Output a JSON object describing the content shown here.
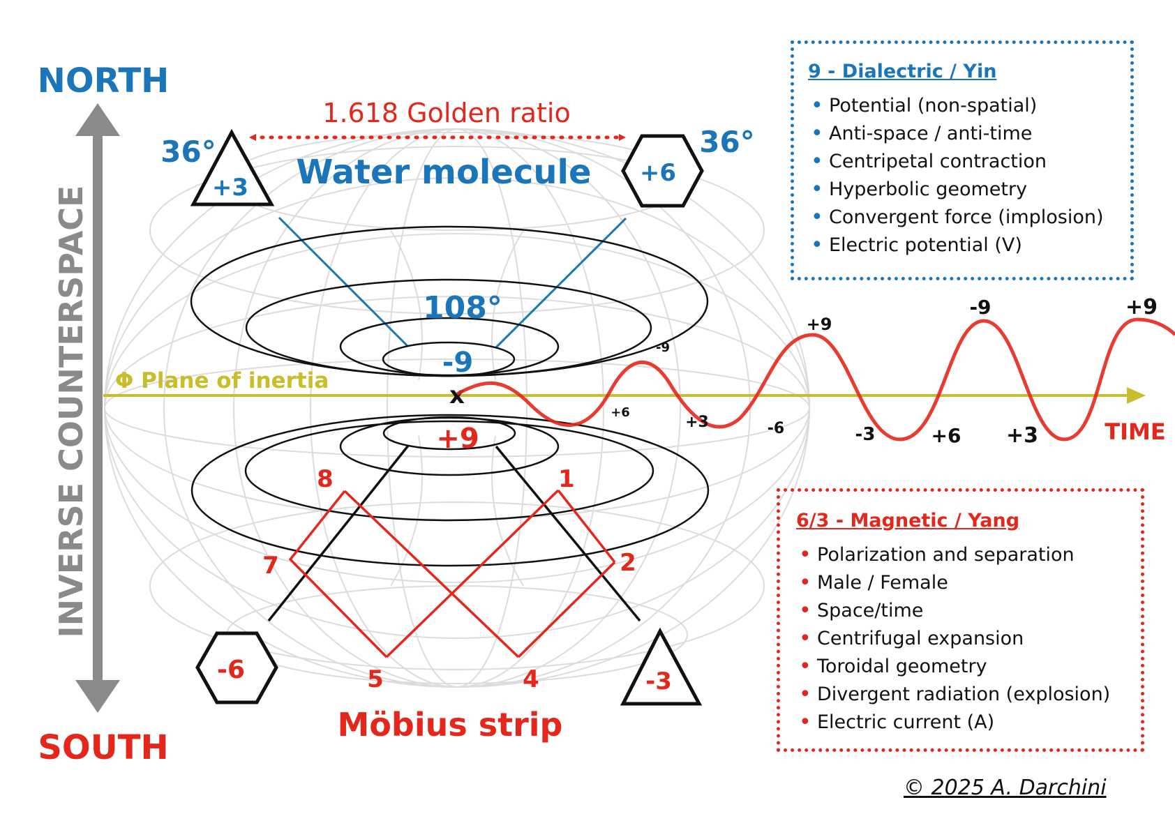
{
  "labels": {
    "north": "NORTH",
    "south": "SOUTH",
    "inverse_counterspace": "INVERSE COUNTERSPACE",
    "golden_ratio": "1.618 Golden ratio",
    "angle_left": "36°",
    "angle_right": "36°",
    "water_molecule": "Water molecule",
    "angle_center": "108°",
    "minus_nine": "-9",
    "plus_nine": "+9",
    "center_x": "x",
    "plane_of_inertia": "Φ Plane of inertia",
    "time": "TIME",
    "mobius_strip": "Möbius strip"
  },
  "shapes": {
    "top_left_triangle": "+3",
    "top_right_hexagon": "+6",
    "bottom_left_hexagon": "-6",
    "bottom_right_triangle": "-3"
  },
  "mobius_numbers": {
    "n1": "1",
    "n2": "2",
    "n4": "4",
    "n5": "5",
    "n7": "7",
    "n8": "8"
  },
  "wave_labels": {
    "w_p6_small": "+6",
    "w_m9_small": "-9",
    "w_p3": "+3",
    "w_p9": "+9",
    "w_m6": "-6",
    "w_m3": "-3",
    "w_p6": "+6",
    "w_m9": "-9",
    "w_p3_big": "+3",
    "w_p9_big": "+9"
  },
  "yin_box": {
    "title": "9 - Dialectric / Yin",
    "items": [
      "Potential (non-spatial)",
      "Anti-space / anti-time",
      "Centripetal contraction",
      "Hyperbolic geometry",
      "Convergent force (implosion)",
      "Electric potential (V)"
    ]
  },
  "yang_box": {
    "title": "6/3 - Magnetic / Yang",
    "items": [
      "Polarization and separation",
      "Male / Female",
      "Space/time",
      "Centrifugal expansion",
      "Toroidal geometry",
      "Divergent radiation (explosion)",
      "Electric current (A)"
    ]
  },
  "copyright": "© 2025 A. Darchini",
  "colors": {
    "blue": "#1a76b8",
    "red": "#e5261b",
    "gray": "#8a8a8a",
    "olive": "#c8bd2a",
    "black": "#111111"
  }
}
